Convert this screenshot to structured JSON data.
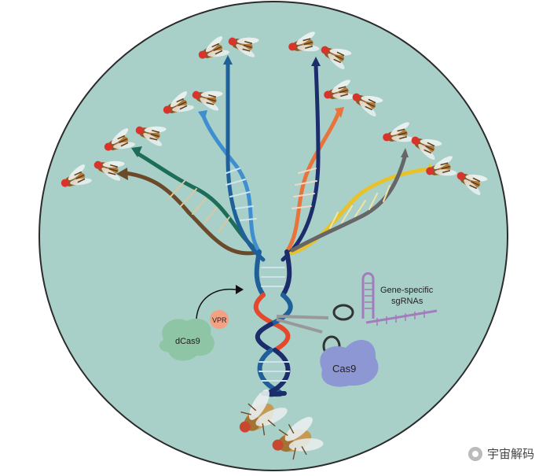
{
  "labels": {
    "grna": "Gene-specific",
    "grna2": "sgRNAs",
    "cas9": "Cas9",
    "dcas9": "dCas9",
    "vpr": "VPR"
  },
  "watermark": "宇宙解码",
  "colors": {
    "background_circle": "#a8d0c8",
    "circle_border": "#2b2b2b",
    "dna_dark": "#1b2d6b",
    "dna_blue": "#1f5f9a",
    "dna_light_blue": "#3f8fd0",
    "dna_orange": "#e8743b",
    "dna_yellow": "#e8c22a",
    "dna_gray": "#666666",
    "dna_green": "#1e6d58",
    "dna_brown": "#6b4a2a",
    "red_segment": "#e4492c",
    "cas9": "#8d97d4",
    "dcas9": "#8ec5a4",
    "vpr": "#f2a184",
    "sgrna": "#a47bbd"
  },
  "icons": [
    "fruit-fly-icon",
    "scissors-icon",
    "arrow-icon"
  ]
}
